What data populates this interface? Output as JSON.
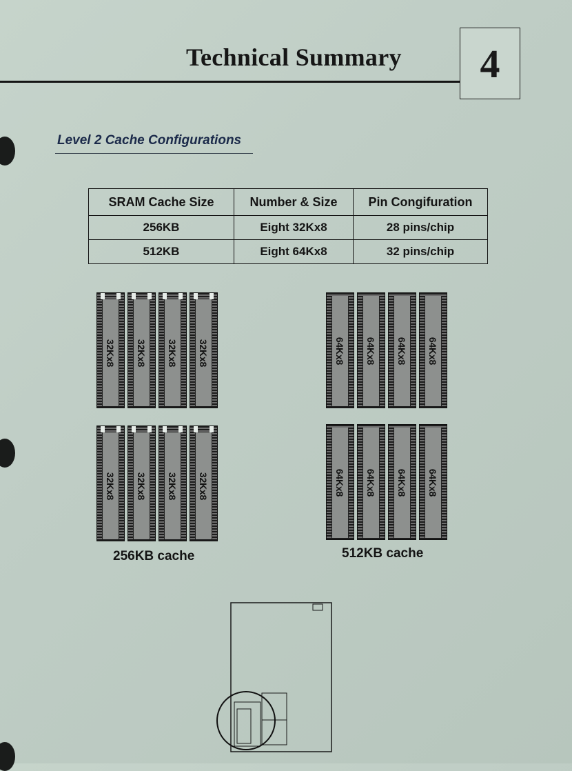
{
  "header": {
    "title": "Technical Summary",
    "chapter_number": "4"
  },
  "section": {
    "heading": "Level 2 Cache Configurations"
  },
  "table": {
    "headers": [
      "SRAM Cache Size",
      "Number & Size",
      "Pin Congifuration"
    ],
    "rows": [
      [
        "256KB",
        "Eight 32Kx8",
        "28 pins/chip"
      ],
      [
        "512KB",
        "Eight 64Kx8",
        "32 pins/chip"
      ]
    ]
  },
  "cache_256": {
    "caption": "256KB cache",
    "top_chips": [
      "32Kx8",
      "32Kx8",
      "32Kx8",
      "32Kx8"
    ],
    "bottom_chips": [
      "32Kx8",
      "32Kx8",
      "32Kx8",
      "32Kx8"
    ]
  },
  "cache_512": {
    "caption": "512KB cache",
    "top_chips": [
      "64Kx8",
      "64Kx8",
      "64Kx8",
      "64Kx8"
    ],
    "bottom_chips": [
      "64Kx8",
      "64Kx8",
      "64Kx8",
      "64Kx8"
    ]
  }
}
